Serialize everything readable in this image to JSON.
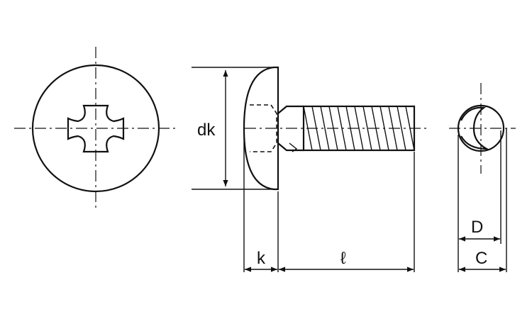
{
  "drawing": {
    "labels": {
      "head_diameter": "dk",
      "head_height": "k",
      "length": "ℓ",
      "thread_diameter": "D",
      "thread_outer": "C"
    }
  }
}
